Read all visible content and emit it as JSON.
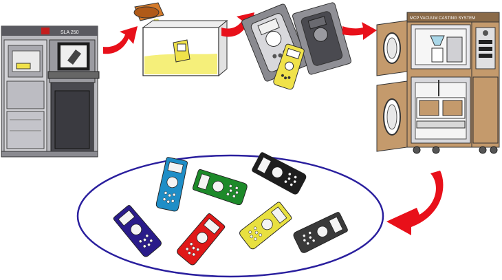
{
  "diagram": {
    "sla_label": "SLA 250",
    "vacuum_label": "MCP VACUUM CASTING SYSTEM",
    "colors": {
      "arrow": "#e8101a",
      "ellipse": "#2a1f9e",
      "machine_body": "#c9c9cd",
      "cabinet": "#c49a6c",
      "resin": "#f5ef7a"
    },
    "parts": [
      {
        "name": "part-blue",
        "color": "#1f8ec7"
      },
      {
        "name": "part-black",
        "color": "#1e1e1e"
      },
      {
        "name": "part-green",
        "color": "#1d8a2a"
      },
      {
        "name": "part-purple",
        "color": "#2a1c8a"
      },
      {
        "name": "part-red",
        "color": "#e01818"
      },
      {
        "name": "part-yellow",
        "color": "#e8e040"
      },
      {
        "name": "part-gray",
        "color": "#3a3a3a"
      }
    ]
  }
}
